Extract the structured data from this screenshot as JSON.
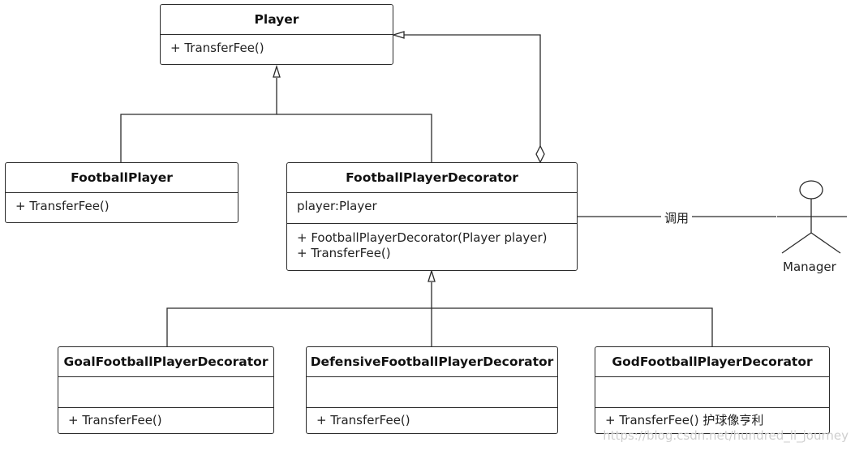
{
  "classes": {
    "player": {
      "name": "Player",
      "methods": [
        "+ TransferFee()"
      ]
    },
    "football_player": {
      "name": "FootballPlayer",
      "methods": [
        "+ TransferFee()"
      ]
    },
    "decorator": {
      "name": "FootballPlayerDecorator",
      "attributes": [
        "player:Player"
      ],
      "methods": [
        "+ FootballPlayerDecorator(Player player)",
        "+ TransferFee()"
      ]
    },
    "goal": {
      "name": "GoalFootballPlayerDecorator",
      "methods": [
        "+ TransferFee()"
      ]
    },
    "defensive": {
      "name": "DefensiveFootballPlayerDecorator",
      "methods": [
        "+ TransferFee()"
      ]
    },
    "god": {
      "name": "GodFootballPlayerDecorator",
      "methods": [
        "+ TransferFee() 护球像亨利"
      ]
    }
  },
  "actor": {
    "name": "Manager"
  },
  "association": {
    "label": "调用"
  },
  "watermark": "https://blog.csdn.net/hundred_li_journey"
}
